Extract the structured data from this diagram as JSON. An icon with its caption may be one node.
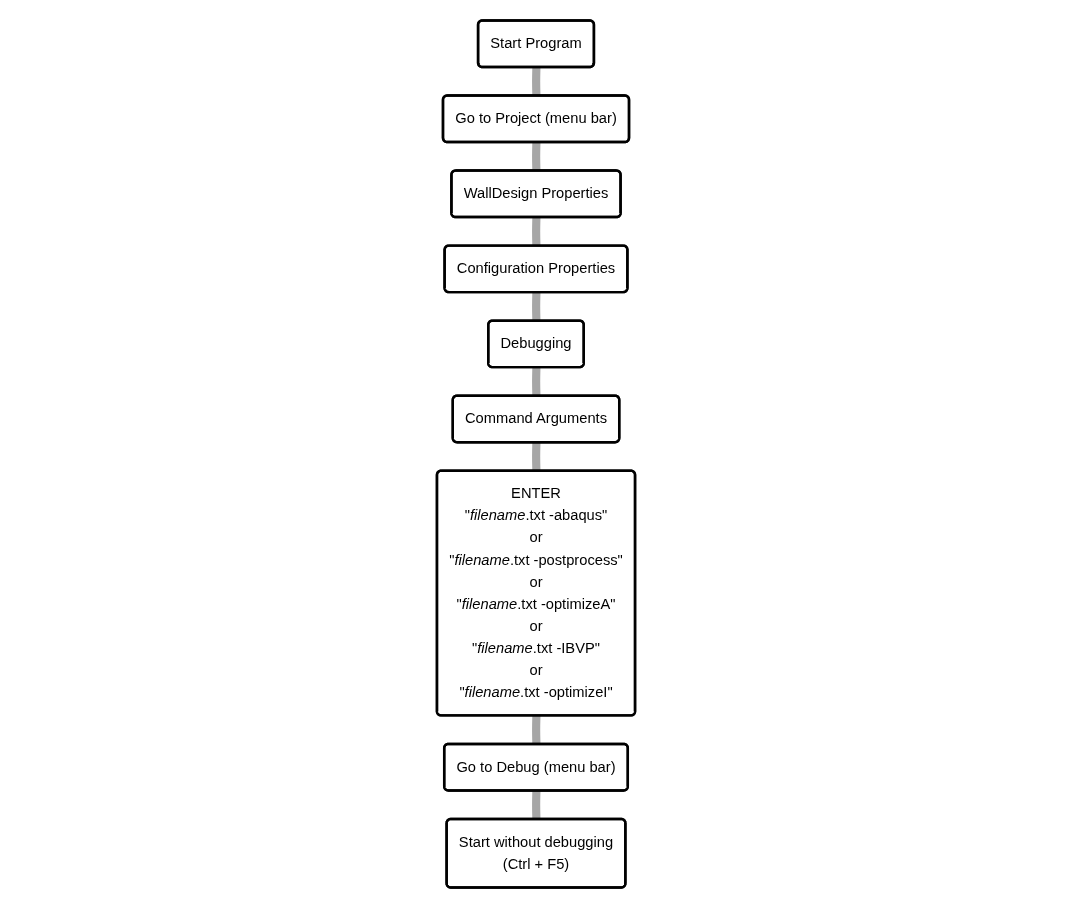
{
  "diagram": {
    "nodes": [
      {
        "text": [
          "Start Program"
        ]
      },
      {
        "text": [
          "Go to Project (menu bar)"
        ]
      },
      {
        "text": [
          "WallDesign Properties"
        ]
      },
      {
        "text": [
          "Configuration Properties"
        ]
      },
      {
        "text": [
          "Debugging"
        ]
      },
      {
        "text": [
          "Command Arguments"
        ]
      },
      {
        "text": [
          "ENTER",
          "\"*filename*.txt -abaqus\"",
          "or",
          "\"*filename*.txt -postprocess\"",
          "or",
          "\"*filename*.txt -optimizeA\"",
          "or",
          "\"*filename*.txt -IBVP\"",
          "or",
          "\"*filename*.txt -optimizeI\""
        ]
      },
      {
        "text": [
          "Go to Debug (menu bar)"
        ]
      },
      {
        "text": [
          "Start without debugging",
          "(Ctrl + F5)"
        ]
      }
    ],
    "edges": [
      {
        "from": 0,
        "to": 1,
        "arrow": "none"
      },
      {
        "from": 1,
        "to": 2,
        "arrow": "none"
      },
      {
        "from": 2,
        "to": 3,
        "arrow": "none"
      },
      {
        "from": 3,
        "to": 4,
        "arrow": "none"
      },
      {
        "from": 4,
        "to": 5,
        "arrow": "none"
      },
      {
        "from": 5,
        "to": 6,
        "arrow": "none"
      },
      {
        "from": 6,
        "to": 7,
        "arrow": "none"
      },
      {
        "from": 7,
        "to": 8,
        "arrow": "none"
      }
    ]
  }
}
